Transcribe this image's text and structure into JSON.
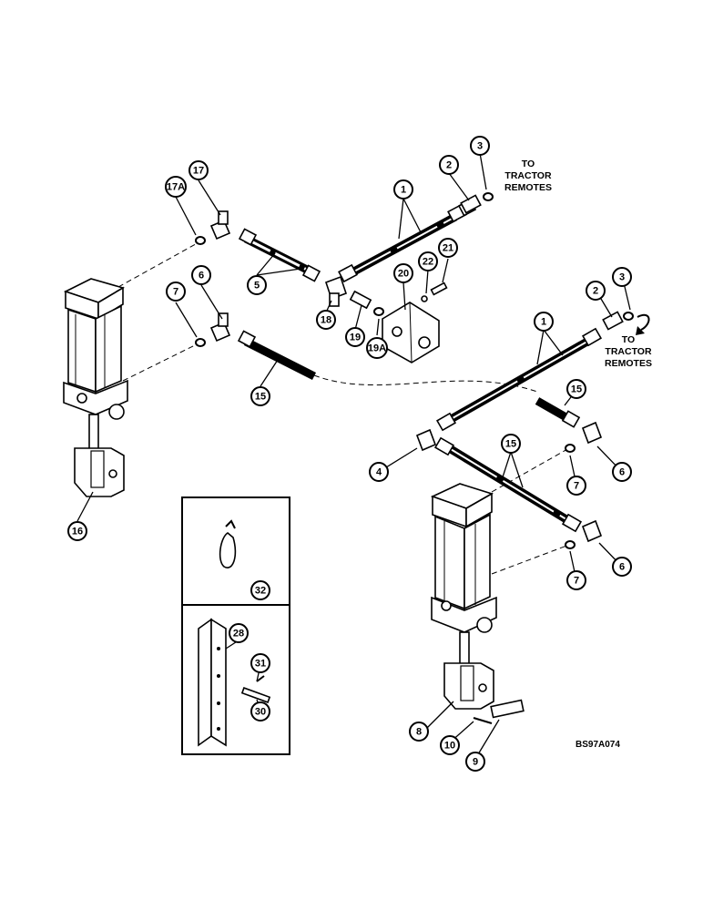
{
  "callouts": [
    "1",
    "2",
    "3",
    "17A",
    "17",
    "5",
    "6",
    "7",
    "18",
    "19",
    "19A",
    "20",
    "22",
    "21",
    "15",
    "16",
    "1",
    "2",
    "3",
    "15",
    "4",
    "6",
    "7",
    "15",
    "7",
    "6",
    "32",
    "28",
    "31",
    "30",
    "8",
    "10",
    "9"
  ],
  "notes": {
    "tractor_remotes_top": [
      "TO",
      "TRACTOR",
      "REMOTES"
    ],
    "tractor_remotes_right": [
      "TO",
      "TRACTOR",
      "REMOTES"
    ]
  },
  "drawing_code": "BS97A074"
}
